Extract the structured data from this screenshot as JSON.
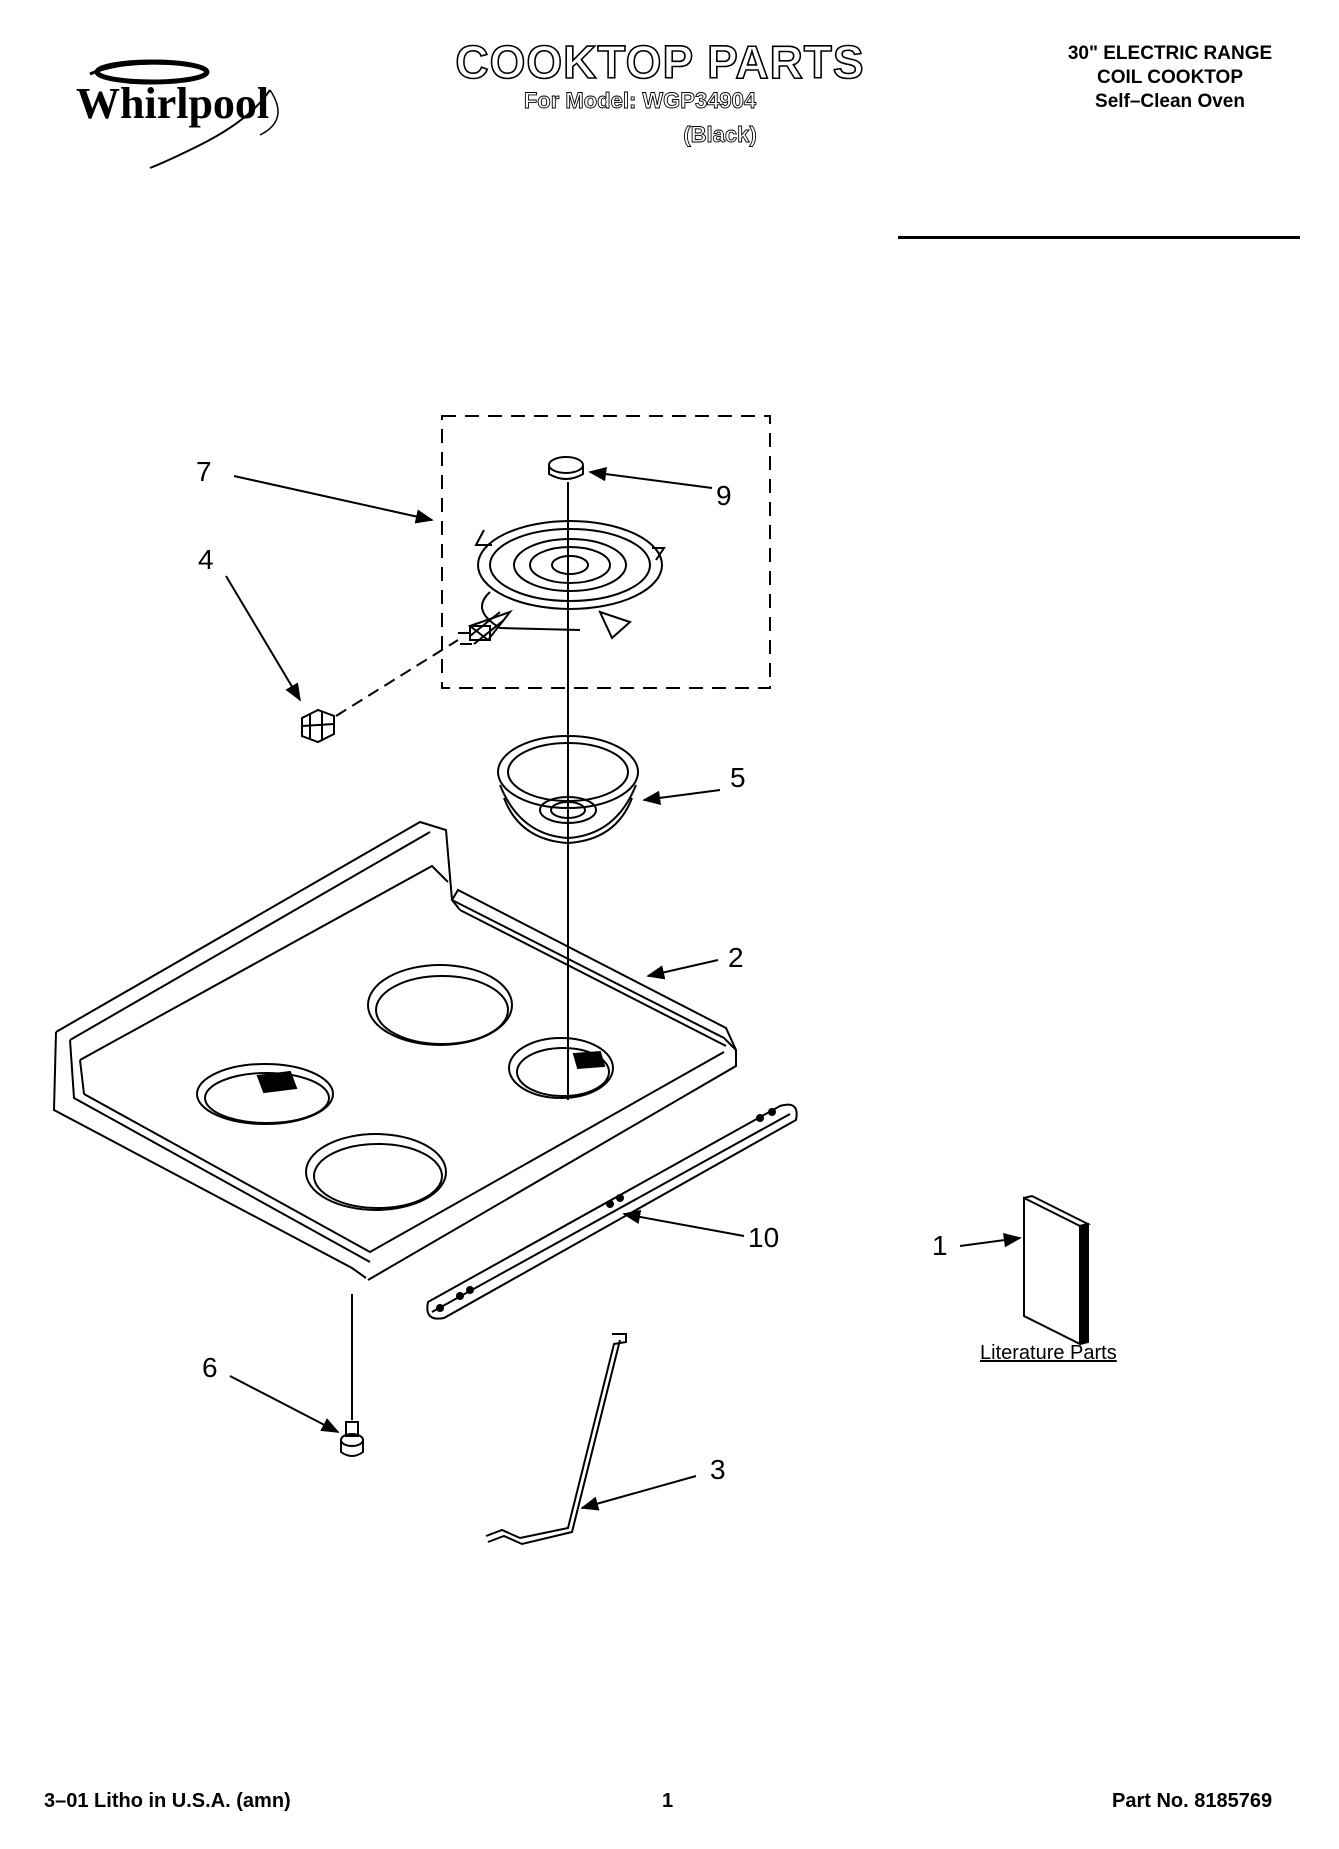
{
  "header": {
    "brand": "Whirlpool",
    "title": "COOKTOP PARTS",
    "model_line": "For Model: WGP34904",
    "color_line": "(Black)",
    "spec_lines": [
      "30\" ELECTRIC RANGE",
      "COIL COOKTOP",
      "Self–Clean Oven"
    ]
  },
  "callouts": {
    "c1": "1",
    "c2": "2",
    "c3": "3",
    "c4": "4",
    "c5": "5",
    "c6": "6",
    "c7": "7",
    "c9": "9",
    "c10": "10"
  },
  "literature_label": "Literature Parts",
  "footer": {
    "left": "3–01 Litho in U.S.A. (amn)",
    "page": "1",
    "right": "Part No. 8185769"
  },
  "icons": {
    "logo": "whirlpool-swirl-logo",
    "surface-element": "coil-element-icon",
    "drip-bowl": "drip-bowl-icon",
    "terminal-block": "terminal-block-icon",
    "cooktop": "cooktop-panel-icon",
    "support-rod": "support-rod-icon",
    "hinge-bracket": "hinge-bracket-icon",
    "bumper": "bumper-icon",
    "leveling-screw": "screw-icon",
    "literature": "literature-booklet-icon"
  }
}
